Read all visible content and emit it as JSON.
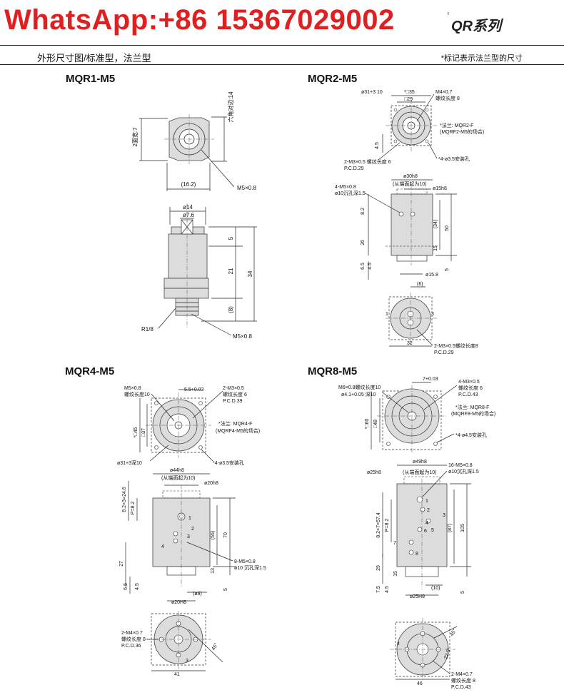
{
  "header": {
    "watermark": "WhatsApp:+86 15367029002",
    "series_prefix": "'",
    "series": "QR系列",
    "subtitle_left": "外形尺寸图/标准型，法兰型",
    "subtitle_right": "*标记表示法兰型的尺寸"
  },
  "models": {
    "mqr1": {
      "title": "MQR1-M5",
      "labels": {
        "width_2": "2面宽:7",
        "hex": "六角对边:14",
        "len_16_2": "(16.2)",
        "port_m5": "M5×0.8",
        "dia14": "ø14",
        "dia7_6": "ø7.6",
        "d5": "5",
        "d21": "21",
        "d34": "34",
        "d8": "(8)",
        "thread": "R1/8",
        "port_m5_b": "M5×0.8"
      }
    },
    "mqr2": {
      "title": "MQR2-M5",
      "labels": {
        "dia31": "ø31+3 10",
        "sq35": "*□35",
        "sq29": "□29",
        "m4": "M4×0.7",
        "thread_len8": "螺纹长度 8",
        "flange": "*法兰: MQR2-F",
        "flange_note": "(MQRF2-M5的场合)",
        "d4_5": "4.5",
        "hole": "*4-ø3.5安装孔",
        "m3": "2-M3×0.5 螺纹长度 6",
        "pcd": "P.C.D.29",
        "dia30h8": "ø30h8",
        "from_end": "(从端面起为10)",
        "dia15h8": "ø15h8",
        "m5": "4-M5×0.8",
        "counter": "ø10沉孔深1.5",
        "d8_2": "8.2",
        "d34b": "(34)",
        "d50": "50",
        "d26": "26",
        "d15": "15",
        "d6_5": "6.5",
        "d4_5b": "4.5",
        "d5b": "5",
        "dia15_8": "ø15.8",
        "d6": "(6)",
        "n1": "1",
        "n3": "3",
        "d32": "32",
        "m3b": "2-M3×0.5螺纹长度8",
        "pcd2": "P.C.D.29"
      }
    },
    "mqr4": {
      "title": "MQR4-M5",
      "labels": {
        "m5": "M5×0.8",
        "thread_len10": "螺纹长度10",
        "d5_5": "5.5+0.03",
        "m3": "2-M3×0.5",
        "thread_len6": "螺纹长度 6",
        "pcd": "P.C.D.39",
        "sq45": "*□45",
        "sq37": "□37",
        "flange": "*法兰: MQR4-F",
        "flange_note": "(MQRF4-M5的场合)",
        "dia31": "ø31+3深10",
        "hole": "*4-ø3.5安装孔",
        "dia44h8": "ø44h8",
        "from_end": "(从端面起为10)",
        "dia20h8": "ø20h8",
        "dim_stack": "8.2×3=24.6",
        "p": "P=8.2",
        "n1": "1",
        "n2": "2",
        "n3": "3",
        "n4": "4",
        "d55": "(55)",
        "d70": "70",
        "d27": "27",
        "m5b": "8-M5×0.8",
        "counter": "ø10 沉孔深1.5",
        "d6_5": "6.5",
        "d4_5": "4.5",
        "d13": "13",
        "d8": "(ø8)",
        "d5": "5",
        "dia20H8": "ø20H8",
        "m4": "2-M4×0.7",
        "thread_len8": "螺纹长度 8",
        "pcd2": "P.C.D.36",
        "d45": "45°",
        "d41": "41",
        "d3": "3"
      }
    },
    "mqr8": {
      "title": "MQR8-M5",
      "labels": {
        "m6": "M6×0.8螺纹长度10",
        "counter": "ø4.1+0.05 深10",
        "d7": "7+0.03",
        "m4": "4-M3×0.5",
        "thread_len6": "螺纹长度 6",
        "pcd": "P.C.D.43",
        "sq60": "*□60",
        "sq48": "□48",
        "flange": "*法兰: MQR8-F",
        "flange_note": "(MQRF8-M5的场合)",
        "hole": "*4-ø4.5安装孔",
        "dia49h8": "ø49h8",
        "dia25h8": "ø25h8",
        "from_end": "(从端面起为10)",
        "m5": "16-M5×0.8",
        "counter2": "ø10沉孔深1.5",
        "d8_2x7": "8.2×7=57.4",
        "p": "P=8.2",
        "n1": "1",
        "n2": "2",
        "n3": "3",
        "n4": "4",
        "n5": "5",
        "n6": "6",
        "n7": "7",
        "n8": "8",
        "d87": "(87)",
        "d105": "105",
        "d29": "29",
        "d7_5": "7.5",
        "d4_5": "4.5",
        "d15": "15",
        "d10": "(10)",
        "d5": "5",
        "dia25H8": "ø25H8",
        "d4": "4",
        "d45": "45°",
        "d46": "46",
        "d22_5": "22.5°",
        "m4b": "2-M4×0.7",
        "thread_len8": "螺纹长度 8",
        "pcd2": "P.C.D.43"
      }
    }
  }
}
